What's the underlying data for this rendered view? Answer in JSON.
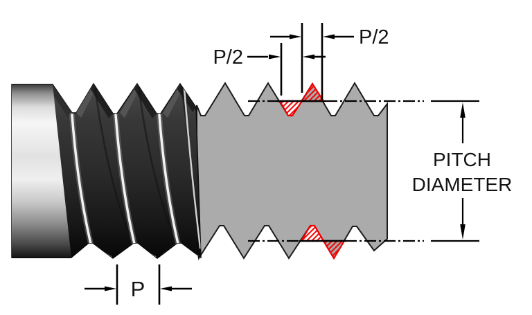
{
  "figure": {
    "description": "Screw thread profile diagram illustrating pitch and pitch diameter",
    "labels": {
      "p_half_upper": "P/2",
      "p_half_lower": "P/2",
      "pitch_p": "P",
      "pitch_diameter_line1": "PITCH",
      "pitch_diameter_line2": "DIAMETER"
    },
    "colors": {
      "background": "#ffffff",
      "thread_profile_gray": "#ababab",
      "profile_outline": "#1c1c1c",
      "hatch_red": "#f20000",
      "annotation_black": "#000000"
    }
  }
}
